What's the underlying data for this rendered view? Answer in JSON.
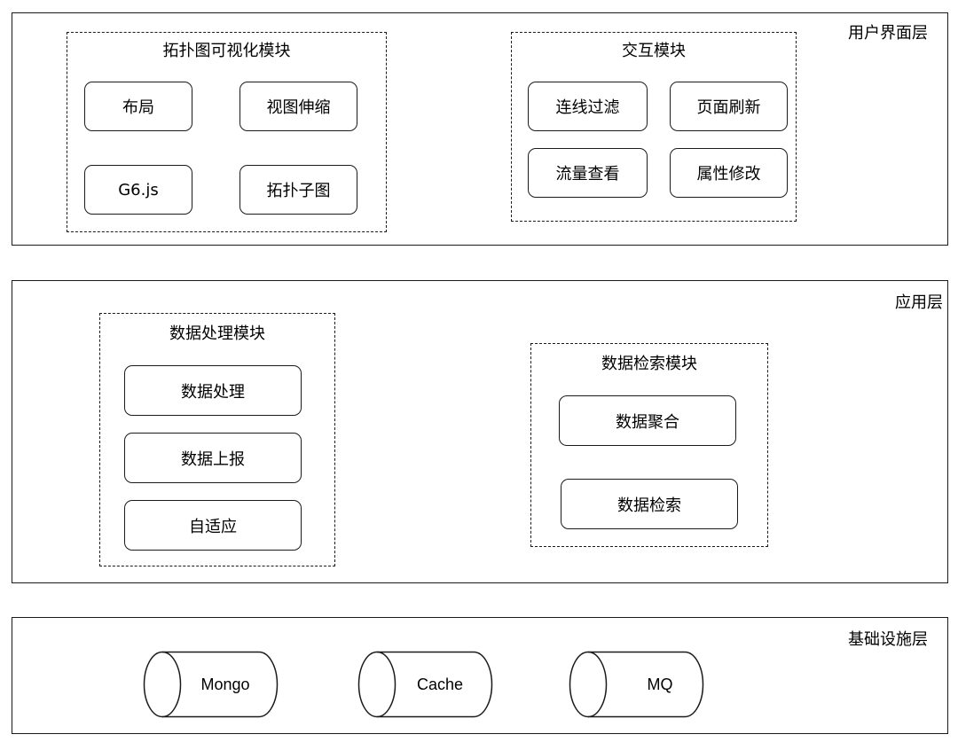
{
  "ui_layer": {
    "title": "用户界面层",
    "topology_module": {
      "title": "拓扑图可视化模块",
      "items": [
        "布局",
        "视图伸缩",
        "G6.js",
        "拓扑子图"
      ]
    },
    "interaction_module": {
      "title": "交互模块",
      "items": [
        "连线过滤",
        "页面刷新",
        "流量查看",
        "属性修改"
      ]
    }
  },
  "app_layer": {
    "title": "应用层",
    "processing_module": {
      "title": "数据处理模块",
      "items": [
        "数据处理",
        "数据上报",
        "自适应"
      ]
    },
    "retrieval_module": {
      "title": "数据检索模块",
      "items": [
        "数据聚合",
        "数据检索"
      ]
    }
  },
  "infra_layer": {
    "title": "基础设施层",
    "stores": [
      "Mongo",
      "Cache",
      "MQ"
    ]
  }
}
